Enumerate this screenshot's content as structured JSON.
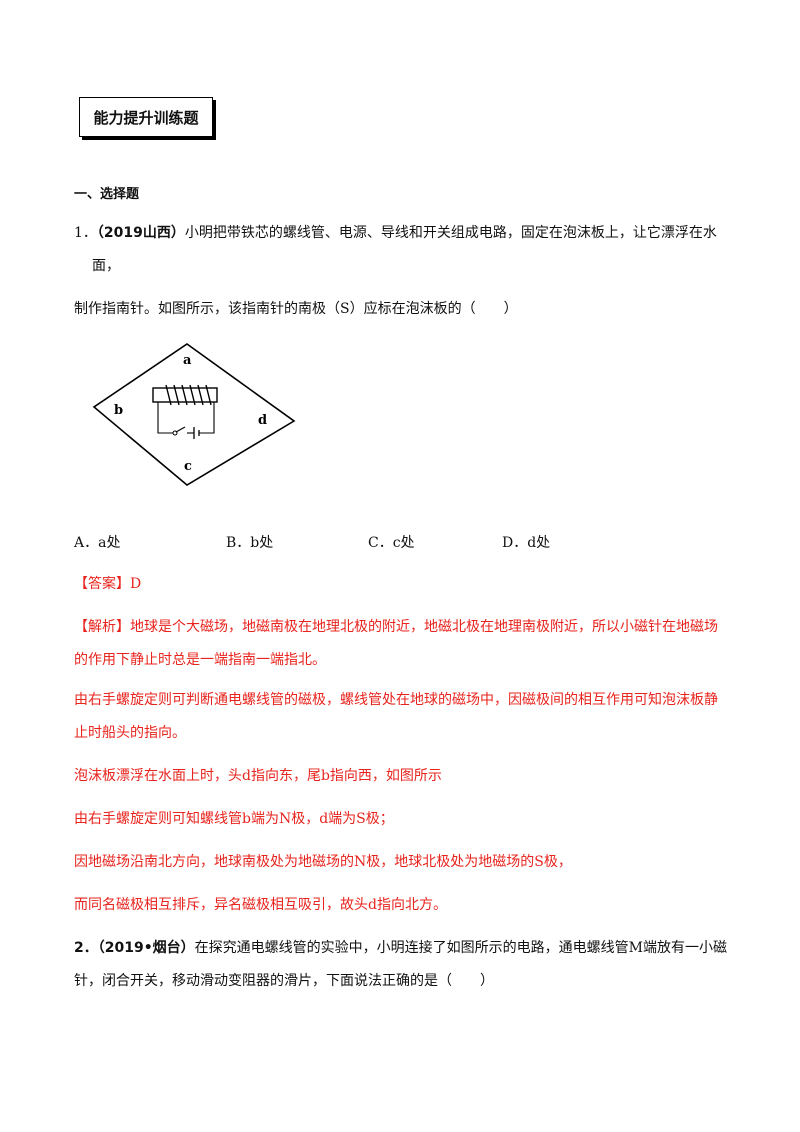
{
  "header": {
    "title": "能力提升训练题"
  },
  "section": {
    "title": "一、选择题"
  },
  "q1": {
    "number": "1．",
    "source": "（2019山西）",
    "text1": "小明把带铁芯的螺线管、电源、导线和开关组成电路，固定在泡沫板上，让它漂浮在水",
    "text2": "面，",
    "text3": "制作指南针。如图所示，该指南针的南极（S）应标在泡沫板的（　　）",
    "figure": {
      "labels": {
        "a": "a",
        "b": "b",
        "c": "c",
        "d": "d"
      }
    },
    "options": [
      "A．a处",
      "B．b处",
      "C．c处",
      "D．d处"
    ],
    "answer": "【答案】D",
    "analysis_tag": "【解析】",
    "analysis": [
      "地球是个大磁场，地磁南极在地理北极的附近，地磁北极在地理南极附近，所以小磁针在地磁场",
      "的作用下静止时总是一端指南一端指北。",
      "由右手螺旋定则可判断通电螺线管的磁极，螺线管处在地球的磁场中，因磁极间的相互作用可知泡沫板静",
      "止时船头的指向。",
      "泡沫板漂浮在水面上时，头d指向东，尾b指向西，如图所示",
      "由右手螺旋定则可知螺线管b端为N极，d端为S极；",
      "因地磁场沿南北方向，地球南极处为地磁场的N极，地球北极处为地磁场的S极，",
      "而同名磁极相互排斥，异名磁极相互吸引，故头d指向北方。"
    ]
  },
  "q2": {
    "number": "2．",
    "source": "（2019•烟台）",
    "text1": "在探究通电螺线管的实验中，小明连接了如图所示的电路，通电螺线管M端放有一小磁",
    "text2": "针，闭合开关，移动滑动变阻器的滑片，下面说法正确的是（　　）"
  }
}
